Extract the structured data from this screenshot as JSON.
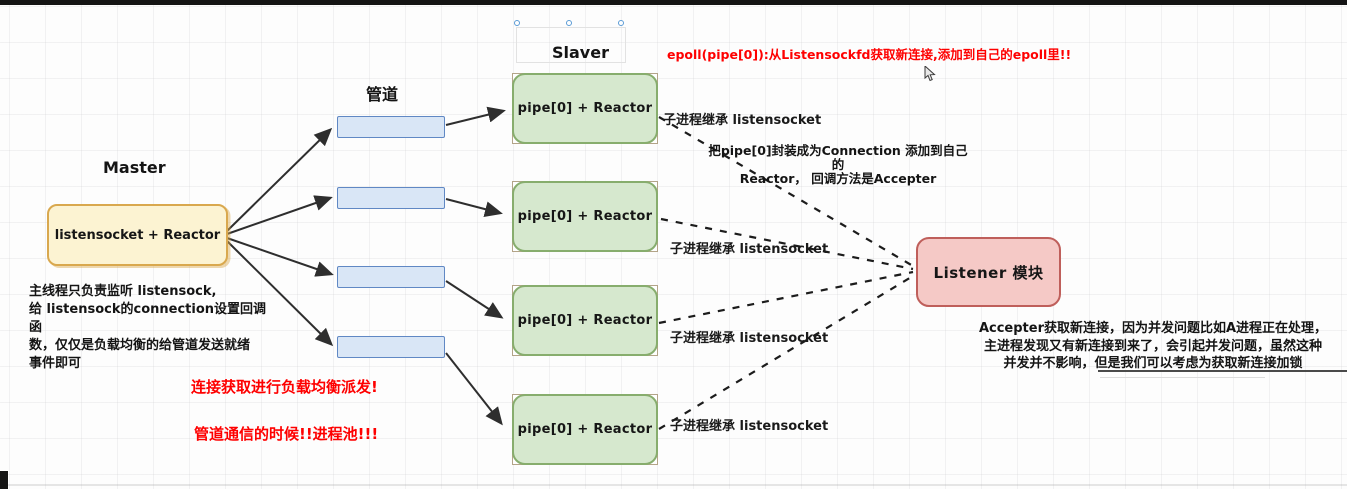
{
  "canvas": {
    "background": "#fdfdfd",
    "grid_color": "#e9e9ec"
  },
  "labels": {
    "master": "Master",
    "pipe_group": "管道",
    "slaver": "Slaver"
  },
  "nodes": {
    "master": {
      "label": "listensocket + Reactor",
      "fill": "#fcf3d2",
      "border": "#d9a84e"
    },
    "pipes": {
      "count": 4,
      "fill": "#d9e6f6",
      "border": "#6088c4"
    },
    "slaves": [
      {
        "label": "pipe[0] + Reactor"
      },
      {
        "label": "pipe[0] + Reactor"
      },
      {
        "label": "pipe[0] + Reactor"
      },
      {
        "label": "pipe[0] + Reactor"
      }
    ],
    "slave_fill": "#d6e8ce",
    "slave_border": "#87ad6d",
    "listener": {
      "label": "Listener 模块",
      "fill": "#f5c9c6",
      "border": "#bf5f5b"
    }
  },
  "annotations": {
    "epoll_note": "epoll(pipe[0]):从Listensockfd获取新连接,添加到自己的epoll里!!",
    "inherit_notes": [
      "子进程继承 listensocket",
      "子进程继承 listensocket",
      "子进程继承 listensocket",
      "子进程继承 listensocket"
    ],
    "connection_note": "把pipe[0]封装成为Connection 添加到自己的\nReactor， 回调方法是Accepter",
    "main_thread_note": "主线程只负责监听 listensock,\n给 listensock的connection设置回调函\n数，仅仅是负载均衡的给管道发送就绪\n事件即可",
    "dispatch_note": "连接获取进行负载均衡派发!",
    "pipe_comm_note": "管道通信的时候!!进程池!!!",
    "accepter_note": "Accepter获取新连接，因为并发问题比如A进程正在处理，\n主进程发现又有新连接到来了，会引起并发问题，虽然这种\n并发并不影响，但是我们可以考虑为获取新连接加锁",
    "red_color": "#fe0000",
    "ink_color": "#141414"
  }
}
